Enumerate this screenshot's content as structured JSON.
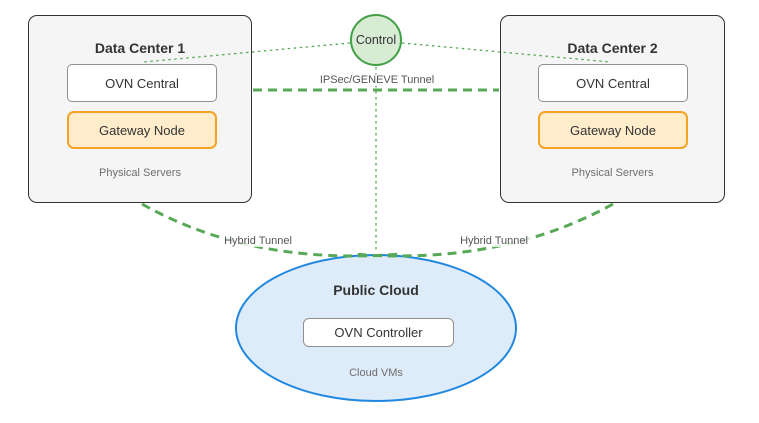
{
  "colors": {
    "green-line": "#57a957",
    "green-node-border": "#42a047",
    "green-node-fill": "#d7ecd3",
    "blue-border": "#1f87e0",
    "blue-fill": "#deebf9",
    "orange-border": "#f5a324",
    "orange-fill": "#ffeccb",
    "box-fill": "#f5f5f5",
    "box-border": "#333333",
    "inner-border": "#8f8f8f",
    "text-dark": "#333333",
    "text-muted": "#6e6e6e",
    "edge-label": "#555555"
  },
  "nodes": {
    "dc1": {
      "title": "Data Center 1",
      "central": "OVN Central",
      "gateway": "Gateway Node",
      "caption": "Physical Servers"
    },
    "dc2": {
      "title": "Data Center 2",
      "central": "OVN Central",
      "gateway": "Gateway Node",
      "caption": "Physical Servers"
    },
    "control": {
      "label": "Control"
    },
    "cloud": {
      "title": "Public Cloud",
      "controller": "OVN Controller",
      "caption": "Cloud VMs"
    }
  },
  "edges": {
    "ipsec_label": "IPSec/GENEVE Tunnel",
    "hybrid_left_label": "Hybrid Tunnel",
    "hybrid_right_label": "Hybrid Tunnel"
  }
}
